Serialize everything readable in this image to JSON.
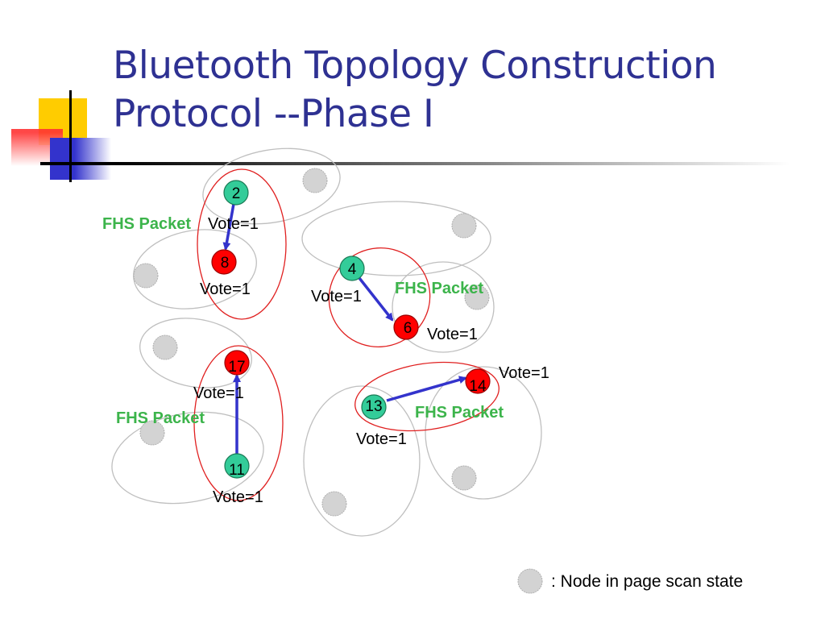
{
  "title": {
    "line1": "Bluetooth Topology Construction",
    "line2": "Protocol --Phase I"
  },
  "colors": {
    "title": "#2e3192",
    "master_node": "#33cc99",
    "slave_node": "#ff0000",
    "scan_node": "#d3d3d3",
    "fhs_text": "#3cb44b",
    "arrow": "#3333cc",
    "piconet_outline": "#e02020",
    "range_outline": "#bfbfbf"
  },
  "packet_label": "FHS Packet",
  "vote_label": "Vote=1",
  "nodes": [
    {
      "id": "2",
      "role": "sender"
    },
    {
      "id": "8",
      "role": "receiver"
    },
    {
      "id": "4",
      "role": "sender"
    },
    {
      "id": "6",
      "role": "receiver"
    },
    {
      "id": "17",
      "role": "receiver"
    },
    {
      "id": "11",
      "role": "sender"
    },
    {
      "id": "13",
      "role": "sender"
    },
    {
      "id": "14",
      "role": "receiver"
    }
  ],
  "links": [
    {
      "from": "2",
      "to": "8"
    },
    {
      "from": "4",
      "to": "6"
    },
    {
      "from": "11",
      "to": "17"
    },
    {
      "from": "13",
      "to": "14"
    }
  ],
  "legend": {
    "text": ": Node in page scan state",
    "icon": "page-scan-node-icon"
  }
}
